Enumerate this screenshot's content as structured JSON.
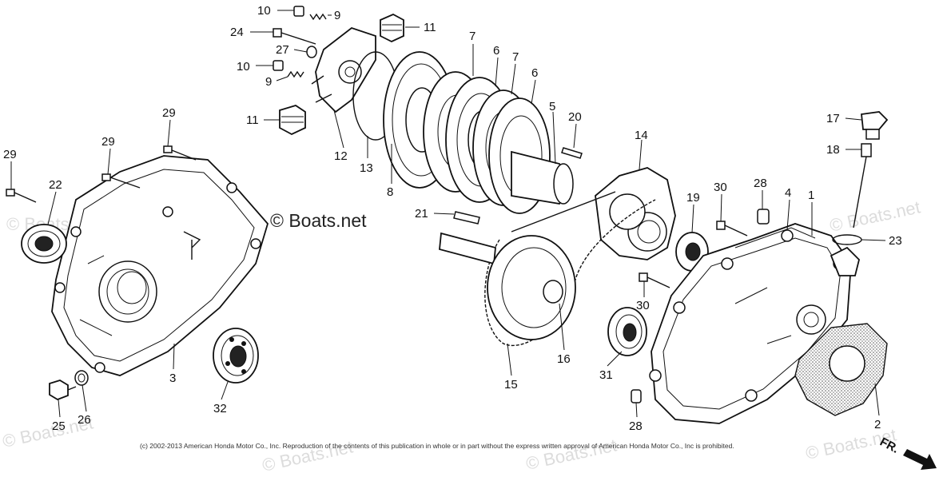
{
  "copyright": "(c) 2002-2013 American Honda Motor Co., Inc. Reproduction of the contents of this publication in whole or in part without the express written approval of American Honda Motor Co., Inc is prohibited.",
  "watermark_main": "© Boats.net",
  "watermark_faint": "© Boats.net",
  "direction_label": "FR.",
  "callouts": [
    {
      "id": "10a",
      "text": "10"
    },
    {
      "id": "9a",
      "text": "9"
    },
    {
      "id": "11a",
      "text": "11"
    },
    {
      "id": "24",
      "text": "24"
    },
    {
      "id": "27",
      "text": "27"
    },
    {
      "id": "10b",
      "text": "10"
    },
    {
      "id": "9b",
      "text": "9"
    },
    {
      "id": "11b",
      "text": "11"
    },
    {
      "id": "12",
      "text": "12"
    },
    {
      "id": "13",
      "text": "13"
    },
    {
      "id": "8",
      "text": "8"
    },
    {
      "id": "7a",
      "text": "7"
    },
    {
      "id": "6a",
      "text": "6"
    },
    {
      "id": "7b",
      "text": "7"
    },
    {
      "id": "6b",
      "text": "6"
    },
    {
      "id": "5",
      "text": "5"
    },
    {
      "id": "20",
      "text": "20"
    },
    {
      "id": "14",
      "text": "14"
    },
    {
      "id": "17",
      "text": "17"
    },
    {
      "id": "18",
      "text": "18"
    },
    {
      "id": "29a",
      "text": "29"
    },
    {
      "id": "29b",
      "text": "29"
    },
    {
      "id": "29c",
      "text": "29"
    },
    {
      "id": "22",
      "text": "22"
    },
    {
      "id": "21",
      "text": "21"
    },
    {
      "id": "19",
      "text": "19"
    },
    {
      "id": "30a",
      "text": "30"
    },
    {
      "id": "28a",
      "text": "28"
    },
    {
      "id": "4",
      "text": "4"
    },
    {
      "id": "1",
      "text": "1"
    },
    {
      "id": "23",
      "text": "23"
    },
    {
      "id": "30b",
      "text": "30"
    },
    {
      "id": "3",
      "text": "3"
    },
    {
      "id": "32",
      "text": "32"
    },
    {
      "id": "25",
      "text": "25"
    },
    {
      "id": "26",
      "text": "26"
    },
    {
      "id": "15",
      "text": "15"
    },
    {
      "id": "16",
      "text": "16"
    },
    {
      "id": "31",
      "text": "31"
    },
    {
      "id": "28b",
      "text": "28"
    },
    {
      "id": "2",
      "text": "2"
    }
  ]
}
